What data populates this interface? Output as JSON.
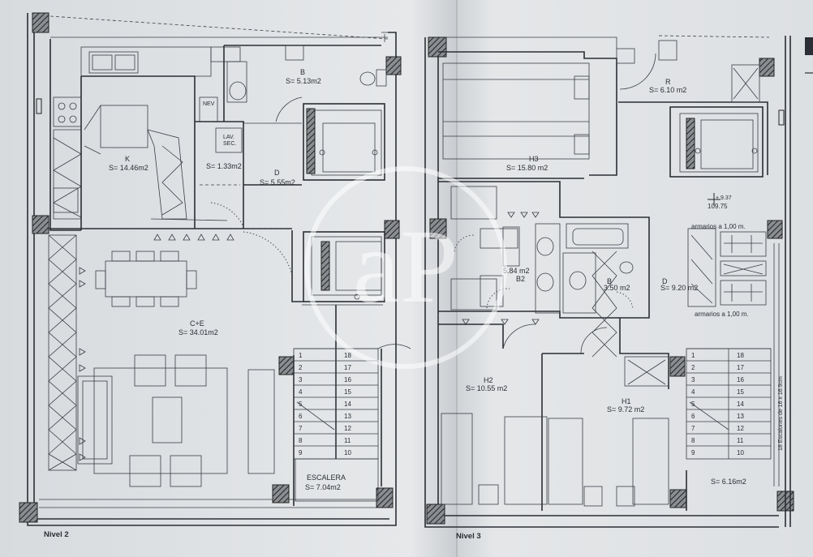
{
  "level2": {
    "name": "Nivel 2",
    "rooms": {
      "kitchen": {
        "letter": "K",
        "area": "S= 14.46m2"
      },
      "bath": {
        "letter": "B",
        "area": "S= 5.13m2"
      },
      "laundry_small": {
        "area": "S= 1.33m2"
      },
      "lav_sec": {
        "line1": "LAV.",
        "line2": "SEC."
      },
      "nev": "NEV",
      "hall": {
        "letter": "D",
        "area": "S= 5.55m2"
      },
      "living": {
        "letter": "C+E",
        "area": "S= 34.01m2"
      },
      "stairs": {
        "letter": "ESCALERA",
        "area": "S= 7.04m2"
      }
    },
    "stair_left": [
      "1",
      "2",
      "3",
      "4",
      "5",
      "6",
      "7",
      "8",
      "9"
    ],
    "stair_right": [
      "18",
      "17",
      "16",
      "15",
      "14",
      "13",
      "12",
      "11",
      "10"
    ]
  },
  "level3": {
    "name": "Nivel 3",
    "rooms": {
      "h3": {
        "letter": "H3",
        "area": "S= 15.80 m2"
      },
      "r": {
        "letter": "R",
        "area": "S= 6.10 m2"
      },
      "b2": {
        "letter": "B2",
        "area": "5.84 m2"
      },
      "b": {
        "letter": "B",
        "area": "3.50 m2"
      },
      "d": {
        "letter": "D",
        "area": "S= 9.20 m2"
      },
      "h2": {
        "letter": "H2",
        "area": "S= 10.55 m2"
      },
      "h1": {
        "letter": "H1",
        "area": "S= 9.72 m2"
      },
      "stair_area": "S= 6.16m2"
    },
    "armarios_top": "armarios a 1,00 m.",
    "armarios_bottom": "armarios a 1,00 m.",
    "level_mark_top": "+ 9.37",
    "level_mark_bottom": "109.75",
    "stair_note": "18 Escalones de 16 x 16.9cm",
    "stair_left": [
      "1",
      "2",
      "3",
      "4",
      "5",
      "6",
      "7",
      "8",
      "9"
    ],
    "stair_right": [
      "18",
      "17",
      "16",
      "15",
      "14",
      "13",
      "12",
      "11",
      "10"
    ]
  },
  "watermark": "aP"
}
